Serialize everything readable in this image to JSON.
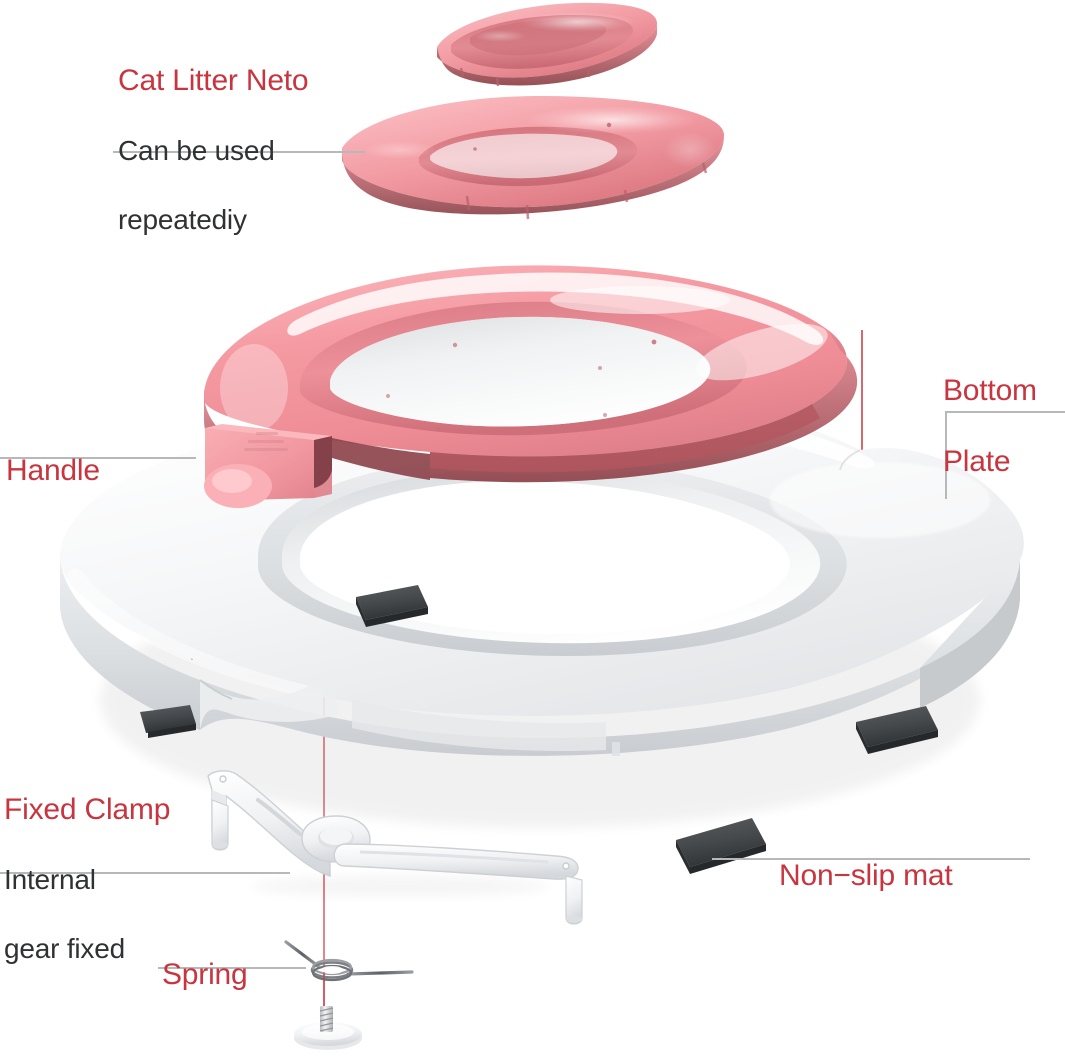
{
  "diagram": {
    "title": "Cat Litter Neto exploded product diagram",
    "background_color": "#ffffff",
    "accent_red": "#c8353f",
    "body_text_color": "#2f3133",
    "leader_color": "#b6b8ba",
    "pink_light": "#f7a4ab",
    "pink_mid": "#ef8e97",
    "pink_deep": "#d9707b",
    "white_part": "#f1f2f4",
    "mat_color": "#4b4e50"
  },
  "labels": [
    {
      "id": "cat-litter-neto",
      "head": "Cat Litter Neto",
      "sub_line_1": "Can be used",
      "sub_line_2": "repeatediy"
    },
    {
      "id": "bottom-plate",
      "head_line_1": "Bottom",
      "head_line_2": "Plate"
    },
    {
      "id": "handle",
      "head": "Handle"
    },
    {
      "id": "fixed-clamp",
      "head": "Fixed Clamp",
      "sub_line_1": "Internal",
      "sub_line_2": "gear fixed"
    },
    {
      "id": "non-slip-mat",
      "head": "Non−slip mat"
    },
    {
      "id": "spring",
      "head": "Spring"
    }
  ],
  "parts": [
    {
      "id": "litter-tray-small",
      "name": "small pink litter tray"
    },
    {
      "id": "litter-tray-ring",
      "name": "large pink litter ring tray"
    },
    {
      "id": "pink-seat-ring",
      "name": "pink seat ring with handle"
    },
    {
      "id": "white-bottom-plate",
      "name": "white bottom plate"
    },
    {
      "id": "non-slip-mat-1",
      "name": "non-slip mat"
    },
    {
      "id": "non-slip-mat-2",
      "name": "non-slip mat"
    },
    {
      "id": "non-slip-mat-3",
      "name": "non-slip mat"
    },
    {
      "id": "non-slip-mat-4",
      "name": "non-slip mat"
    },
    {
      "id": "fixed-clamp-assembly",
      "name": "fixed clamp arms"
    },
    {
      "id": "torsion-spring",
      "name": "torsion spring"
    },
    {
      "id": "screw-bolt",
      "name": "screw with white washer disc"
    }
  ]
}
